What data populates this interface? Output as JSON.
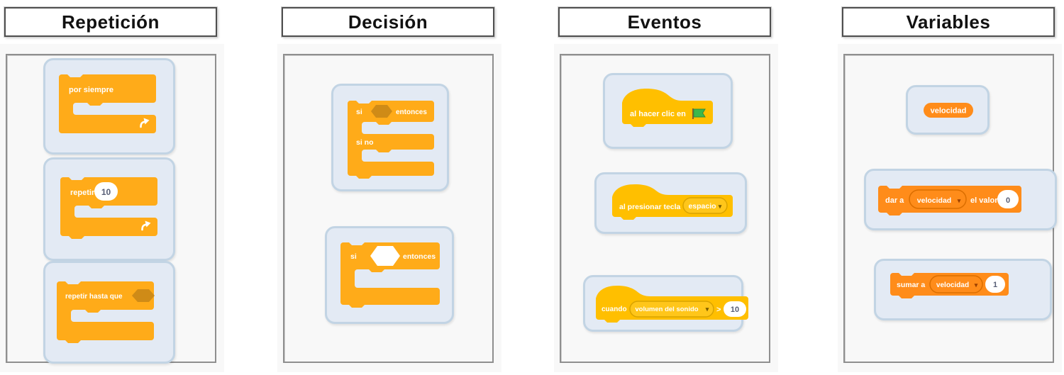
{
  "colors": {
    "control_orange": "#FFAB19",
    "control_dark_hex": "#CF8B17",
    "events_yellow": "#FFBF00",
    "events_dropdown_border": "#D9A300",
    "variables_orange": "#FF8C1A",
    "variables_dropdown_border": "#DB6E00",
    "card_background": "#E3EAF4",
    "card_border": "#C2D4E4",
    "value_text": "#575E75",
    "flag_green": "#3DB84B"
  },
  "icons": {
    "caret": "▾"
  },
  "panels": [
    {
      "title": "Repetición",
      "blocks": [
        {
          "type": "forever",
          "label": "por siempre"
        },
        {
          "type": "repeat",
          "label": "repetir",
          "value": "10"
        },
        {
          "type": "repeat-until",
          "label": "repetir hasta que"
        }
      ]
    },
    {
      "title": "Decisión",
      "blocks": [
        {
          "type": "if-else",
          "label_if": "si",
          "label_then": "entonces",
          "label_else": "si no"
        },
        {
          "type": "if",
          "label_if": "si",
          "label_then": "entonces"
        }
      ]
    },
    {
      "title": "Eventos",
      "blocks": [
        {
          "type": "hat-green-flag",
          "label": "al hacer clic en"
        },
        {
          "type": "hat-key-pressed",
          "label": "al presionar tecla",
          "dropdown": "espacio"
        },
        {
          "type": "hat-loudness",
          "label": "cuando",
          "dropdown": "volumen del sonido",
          "operator": ">",
          "value": "10"
        }
      ]
    },
    {
      "title": "Variables",
      "blocks": [
        {
          "type": "variable-reporter",
          "label": "velocidad"
        },
        {
          "type": "set-variable",
          "label": "dar a",
          "dropdown": "velocidad",
          "label2": "el valor",
          "value": "0"
        },
        {
          "type": "change-variable",
          "label": "sumar a",
          "dropdown": "velocidad",
          "value": "1"
        }
      ]
    }
  ]
}
